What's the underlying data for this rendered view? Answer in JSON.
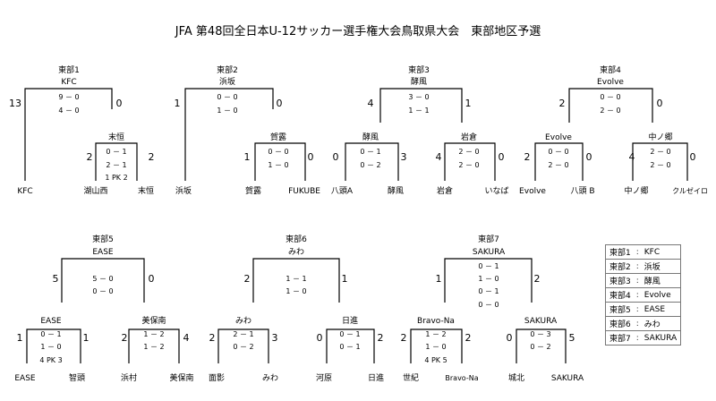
{
  "title": "JFA 第48回全日本U-12サッカー選手権大会鳥取県大会　東部地区予選",
  "brackets": {
    "b1": {
      "header": "東部1",
      "winner": "KFC",
      "final": {
        "left": "13",
        "right": "0",
        "scores": [
          "9 － 0",
          "4 － 0"
        ]
      },
      "semi": {
        "winner": "末恒",
        "left": "2",
        "right": "2",
        "scores": [
          "0 － 1",
          "2 － 1",
          "1 PK 2"
        ]
      },
      "teams": [
        "KFC",
        "湖山西",
        "末恒"
      ]
    },
    "b2": {
      "header": "東部2",
      "winner": "浜坂",
      "final": {
        "left": "1",
        "right": "0",
        "scores": [
          "0 － 0",
          "1 － 0"
        ]
      },
      "semi": {
        "winner": "賀露",
        "left": "1",
        "right": "0",
        "scores": [
          "0 － 0",
          "1 － 0"
        ]
      },
      "teams": [
        "浜坂",
        "賀露",
        "FUKUBE"
      ]
    },
    "b3": {
      "header": "東部3",
      "winner": "酵風",
      "final": {
        "left": "4",
        "right": "1",
        "scores": [
          "3 － 0",
          "1 － 1"
        ]
      },
      "semiL": {
        "winner": "酵風",
        "left": "0",
        "right": "3",
        "scores": [
          "0 － 1",
          "0 － 2"
        ]
      },
      "semiR": {
        "winner": "岩倉",
        "left": "4",
        "right": "0",
        "scores": [
          "2 － 0",
          "2 － 0"
        ]
      },
      "teams": [
        "八頭A",
        "酵風",
        "岩倉",
        "いなば"
      ]
    },
    "b4": {
      "header": "東部4",
      "winner": "Evolve",
      "final": {
        "left": "2",
        "right": "0",
        "scores": [
          "0 － 0",
          "2 － 0"
        ]
      },
      "semiL": {
        "winner": "Evolve",
        "left": "2",
        "right": "0",
        "scores": [
          "0 － 0",
          "2 － 0"
        ]
      },
      "semiR": {
        "winner": "中ノ郷",
        "left": "4",
        "right": "0",
        "scores": [
          "2 － 0",
          "2 － 0"
        ]
      },
      "teams": [
        "Evolve",
        "八頭 B",
        "中ノ郷",
        "クルゼイロ"
      ]
    },
    "b5": {
      "header": "東部5",
      "winner": "EASE",
      "final": {
        "left": "5",
        "right": "0",
        "scores": [
          "5 － 0",
          "0 － 0"
        ]
      },
      "semiL": {
        "winner": "EASE",
        "left": "1",
        "right": "1",
        "scores": [
          "0 － 1",
          "1 － 0",
          "4 PK 3"
        ]
      },
      "semiR": {
        "winner": "美保南",
        "left": "2",
        "right": "4",
        "scores": [
          "1 － 2",
          "1 － 2"
        ]
      },
      "teams": [
        "EASE",
        "智頭",
        "浜村",
        "美保南"
      ]
    },
    "b6": {
      "header": "東部6",
      "winner": "みわ",
      "final": {
        "left": "2",
        "right": "1",
        "scores": [
          "1 － 1",
          "1 － 0"
        ]
      },
      "semiL": {
        "winner": "みわ",
        "left": "2",
        "right": "3",
        "scores": [
          "2 － 1",
          "0 － 2"
        ]
      },
      "semiR": {
        "winner": "日進",
        "left": "0",
        "right": "2",
        "scores": [
          "0 － 1",
          "0 － 1"
        ]
      },
      "teams": [
        "面影",
        "みわ",
        "河原",
        "日進"
      ]
    },
    "b7": {
      "header": "東部7",
      "winner": "SAKURA",
      "final": {
        "left": "1",
        "right": "2",
        "scores": [
          "0 － 1",
          "1 － 0",
          "0 － 1",
          "0 － 0"
        ]
      },
      "semiL": {
        "winner": "Bravo-Na",
        "left": "2",
        "right": "2",
        "scores": [
          "1 － 2",
          "1 － 0",
          "4 PK 5"
        ]
      },
      "semiR": {
        "winner": "SAKURA",
        "left": "0",
        "right": "5",
        "scores": [
          "0 － 3",
          "0 － 2"
        ]
      },
      "teams": [
        "世紀",
        "Bravo-Na",
        "城北",
        "SAKURA"
      ]
    }
  },
  "legend": [
    {
      "key": "東部1",
      "sep": ":",
      "value": "KFC"
    },
    {
      "key": "東部2",
      "sep": ":",
      "value": "浜坂"
    },
    {
      "key": "東部3",
      "sep": ":",
      "value": "酵風"
    },
    {
      "key": "東部4",
      "sep": ":",
      "value": "Evolve"
    },
    {
      "key": "東部5",
      "sep": ":",
      "value": "EASE"
    },
    {
      "key": "東部6",
      "sep": ":",
      "value": "みわ"
    },
    {
      "key": "東部7",
      "sep": ":",
      "value": "SAKURA"
    }
  ]
}
